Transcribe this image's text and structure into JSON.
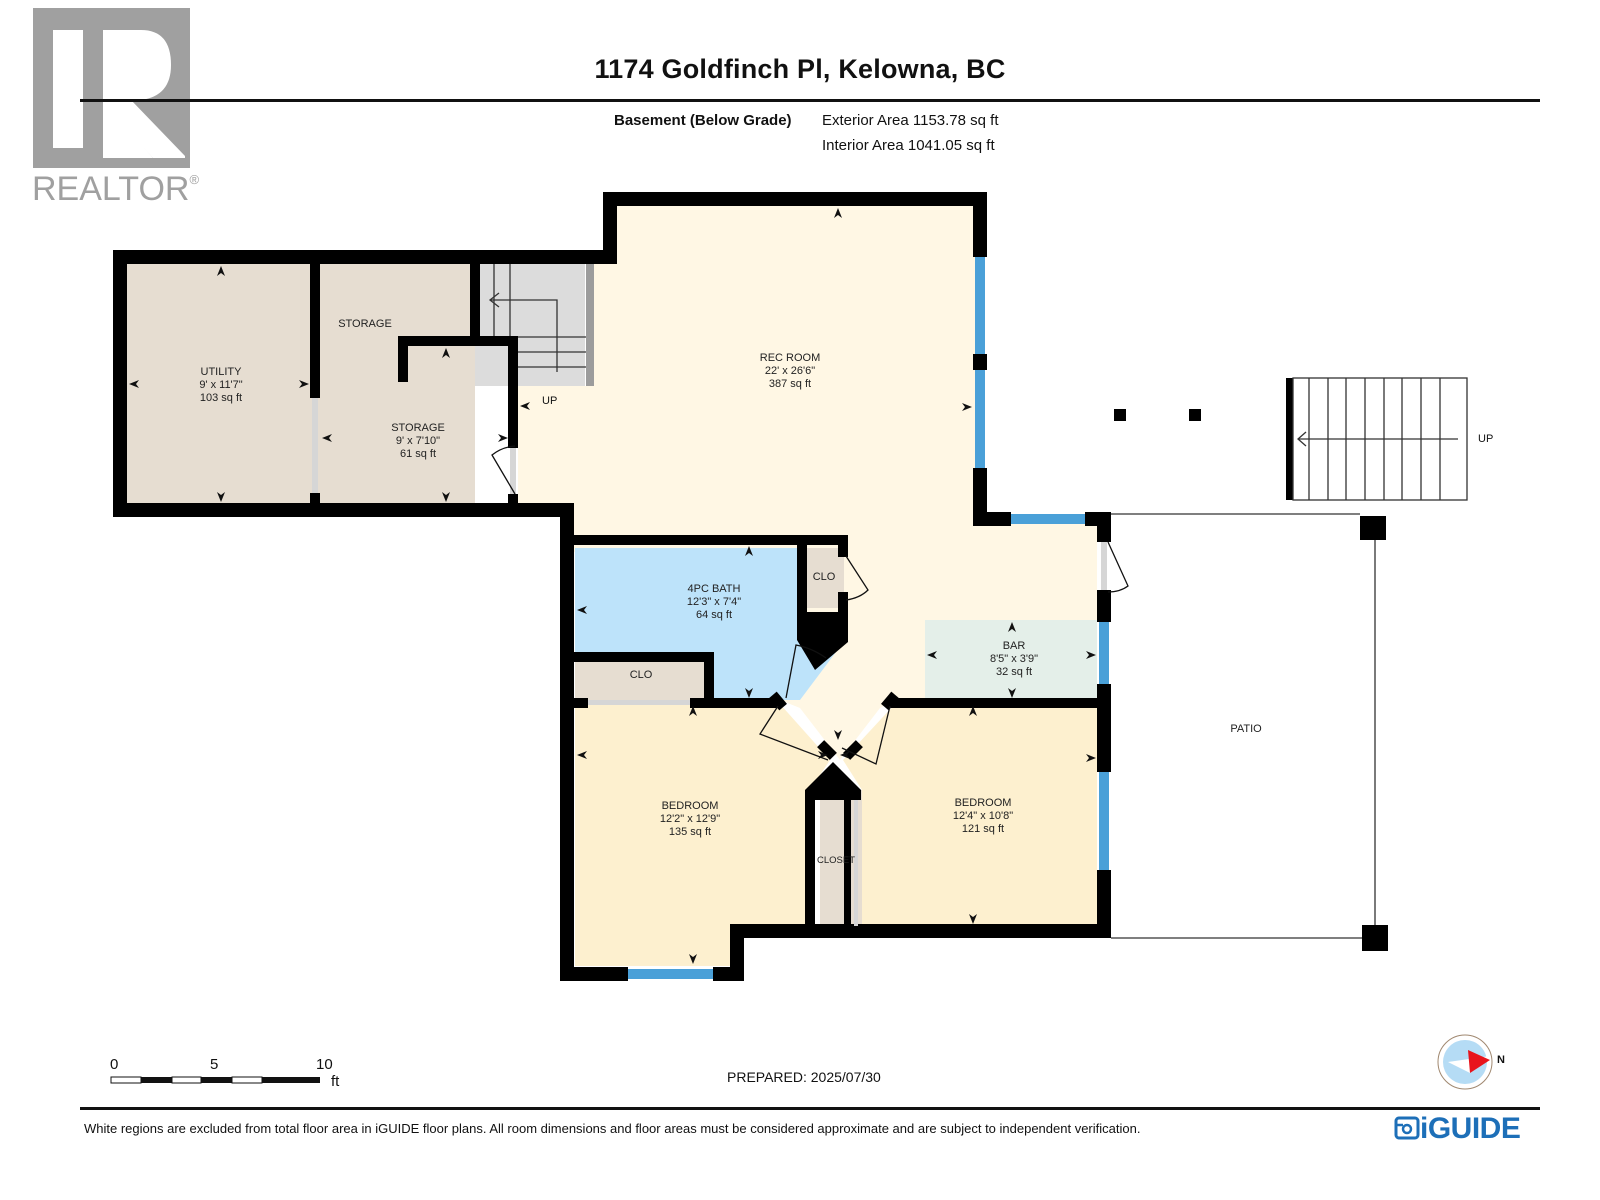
{
  "header": {
    "title": "1174 Goldfinch Pl, Kelowna, BC",
    "level": "Basement (Below Grade)",
    "exterior_area": "Exterior Area 1153.78 sq ft",
    "interior_area": "Interior Area 1041.05 sq ft"
  },
  "logo": {
    "brand": "REALTOR",
    "mark": "®",
    "icon": "realtor-r-icon",
    "color": "#a0a0a0"
  },
  "rooms": [
    {
      "name": "UTILITY",
      "dims": "9' x 11'7\"",
      "area": "103 sq ft"
    },
    {
      "name": "STORAGE",
      "dims": "",
      "area": ""
    },
    {
      "name": "STORAGE",
      "dims": "9' x 7'10\"",
      "area": "61 sq ft"
    },
    {
      "name": "REC ROOM",
      "dims": "22' x 26'6\"",
      "area": "387 sq ft"
    },
    {
      "name": "4PC BATH",
      "dims": "12'3\" x 7'4\"",
      "area": "64 sq ft"
    },
    {
      "name": "CLO",
      "dims": "",
      "area": ""
    },
    {
      "name": "CLO",
      "dims": "",
      "area": ""
    },
    {
      "name": "BAR",
      "dims": "8'5\" x 3'9\"",
      "area": "32 sq ft"
    },
    {
      "name": "BEDROOM",
      "dims": "12'2\" x 12'9\"",
      "area": "135 sq ft"
    },
    {
      "name": "CLOSET",
      "dims": "",
      "area": ""
    },
    {
      "name": "BEDROOM",
      "dims": "12'4\" x 10'8\"",
      "area": "121 sq ft"
    },
    {
      "name": "PATIO",
      "dims": "",
      "area": ""
    }
  ],
  "stairs": {
    "interior_label": "UP",
    "exterior_label": "UP"
  },
  "scale": {
    "ticks": [
      "0",
      "5",
      "10"
    ],
    "unit": "ft"
  },
  "compass": {
    "label": "N",
    "icon": "compass-north-icon"
  },
  "footer": {
    "prepared": "PREPARED: 2025/07/30",
    "disclaimer": "White regions are excluded from total floor area in iGUIDE floor plans. All room dimensions and floor areas must be considered approximate and are subject to independent verification.",
    "brand": "iGUIDE"
  },
  "colors": {
    "wall": "#000000",
    "storage_fill": "#e6ddd1",
    "rec_fill": "#fff7e4",
    "bath_fill": "#bde3fa",
    "bar_fill": "#e4efe9",
    "bedroom_fill": "#fdf0cf",
    "stair_fill": "#dcdcdc",
    "window": "#4aa0d8",
    "brand_blue": "#1d6fb8"
  }
}
